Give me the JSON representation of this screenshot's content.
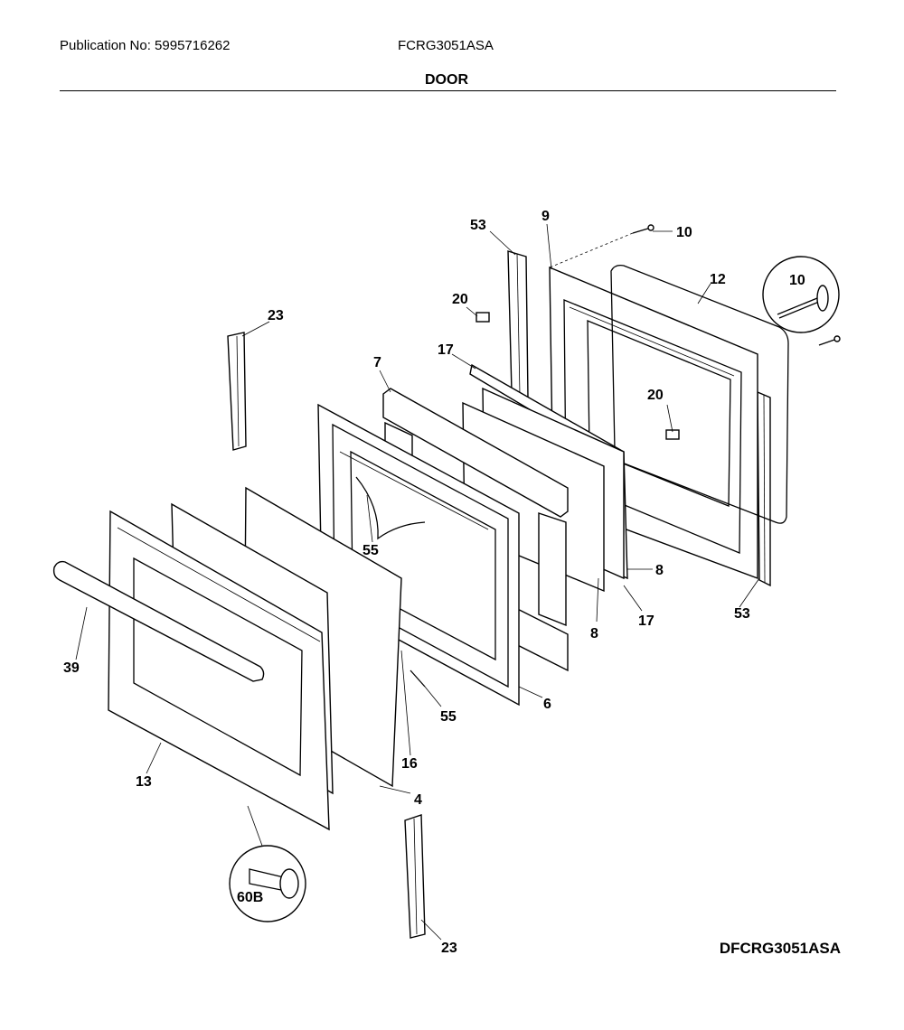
{
  "header": {
    "publication": "Publication No: 5995716262",
    "model": "FCRG3051ASA",
    "title": "DOOR"
  },
  "footer": {
    "diagram_id": "DFCRG3051ASA"
  },
  "callouts": {
    "c53a": "53",
    "c9": "9",
    "c10a": "10",
    "c12": "12",
    "c10b": "10",
    "c20a": "20",
    "c23a": "23",
    "c17a": "17",
    "c7": "7",
    "c20b": "20",
    "c55a": "55",
    "c8a": "8",
    "c8b": "8",
    "c17b": "17",
    "c53b": "53",
    "c39": "39",
    "c6": "6",
    "c55b": "55",
    "c16": "16",
    "c13": "13",
    "c4": "4",
    "c60b": "60B",
    "c23b": "23"
  }
}
